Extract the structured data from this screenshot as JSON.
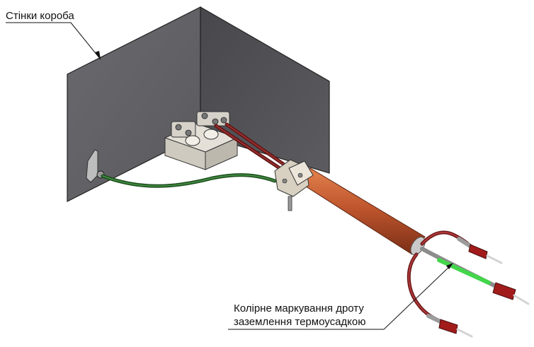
{
  "labels": {
    "box_walls": "Стінки короба",
    "ground_marking_line1": "Колірне маркування дроту",
    "ground_marking_line2": "заземлення термоусадкою"
  },
  "colors": {
    "wall_left": "#5f5f63",
    "wall_right": "#4a4a4e",
    "ground_wire": "#2f6b2f",
    "phase_wire": "#7a1c1c",
    "shrink_tube": "#c0562e",
    "ground_marking": "#42d64a",
    "terminal_block": "#d8d4cc",
    "gland": "#cfc6b6"
  }
}
